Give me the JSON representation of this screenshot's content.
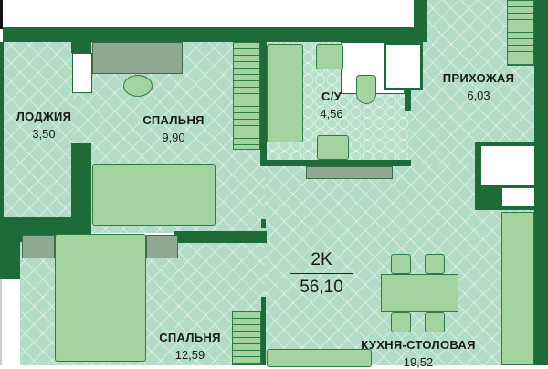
{
  "plan": {
    "type": "2K",
    "total_area": "56,10",
    "rooms": [
      {
        "name": "ЛОДЖИЯ",
        "area": "3,50"
      },
      {
        "name": "СПАЛЬНЯ",
        "area": "9,90"
      },
      {
        "name": "С/У",
        "area": "4,56"
      },
      {
        "name": "ПРИХОЖАЯ",
        "area": "6,03"
      },
      {
        "name": "СПАЛЬНЯ",
        "area": "12,59"
      },
      {
        "name": "КУХНЯ-СТОЛОВАЯ",
        "area": "19,52"
      }
    ],
    "colors": {
      "wall": "#1e6b3a",
      "floor": "#b3dcc6",
      "furniture": "#a3d39f"
    }
  }
}
